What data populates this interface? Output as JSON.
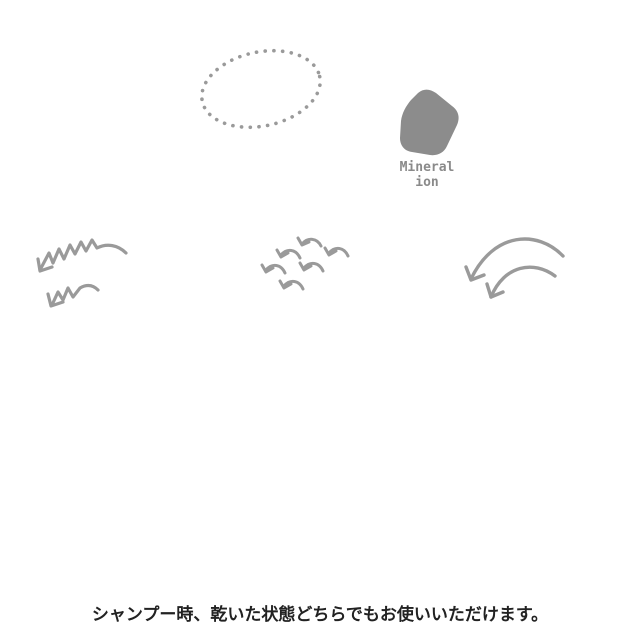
{
  "mineral": {
    "line1": "Mineral",
    "line2": "ion"
  },
  "caption": "シャンプー時、乾いた状態どちらでもお使いいただけます。",
  "colors": {
    "icon_gray": "#9a9a9a",
    "mineral_fill": "#8c8c8c",
    "caption_text": "#222222"
  },
  "icons": [
    "dotted-ellipse-icon",
    "mineral-stone-icon",
    "zigzag-arrows-icon",
    "scattered-arrows-icon",
    "curved-arrows-icon"
  ]
}
